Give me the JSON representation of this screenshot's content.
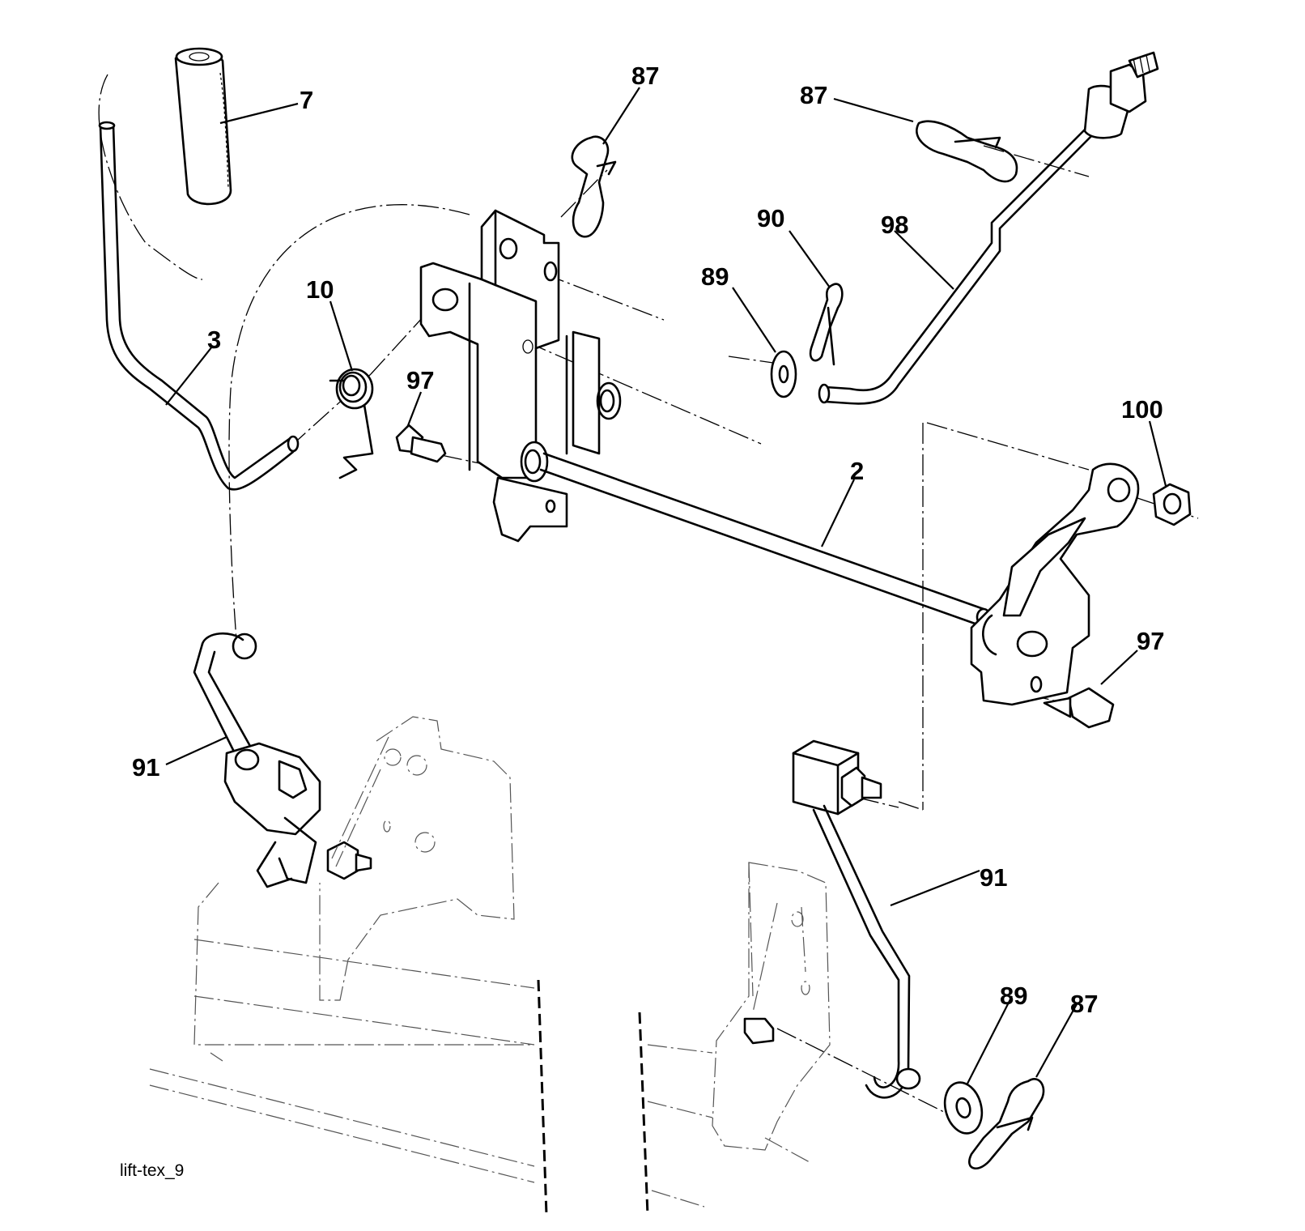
{
  "caption": "lift-tex_9",
  "callouts": [
    {
      "id": "c7",
      "label": "7"
    },
    {
      "id": "c87a",
      "label": "87"
    },
    {
      "id": "c87b",
      "label": "87"
    },
    {
      "id": "c90",
      "label": "90"
    },
    {
      "id": "c98",
      "label": "98"
    },
    {
      "id": "c89a",
      "label": "89"
    },
    {
      "id": "c10",
      "label": "10"
    },
    {
      "id": "c3",
      "label": "3"
    },
    {
      "id": "c97a",
      "label": "97"
    },
    {
      "id": "c100",
      "label": "100"
    },
    {
      "id": "c2",
      "label": "2"
    },
    {
      "id": "c97b",
      "label": "97"
    },
    {
      "id": "c91a",
      "label": "91"
    },
    {
      "id": "c91b",
      "label": "91"
    },
    {
      "id": "c89b",
      "label": "89"
    },
    {
      "id": "c87c",
      "label": "87"
    }
  ]
}
